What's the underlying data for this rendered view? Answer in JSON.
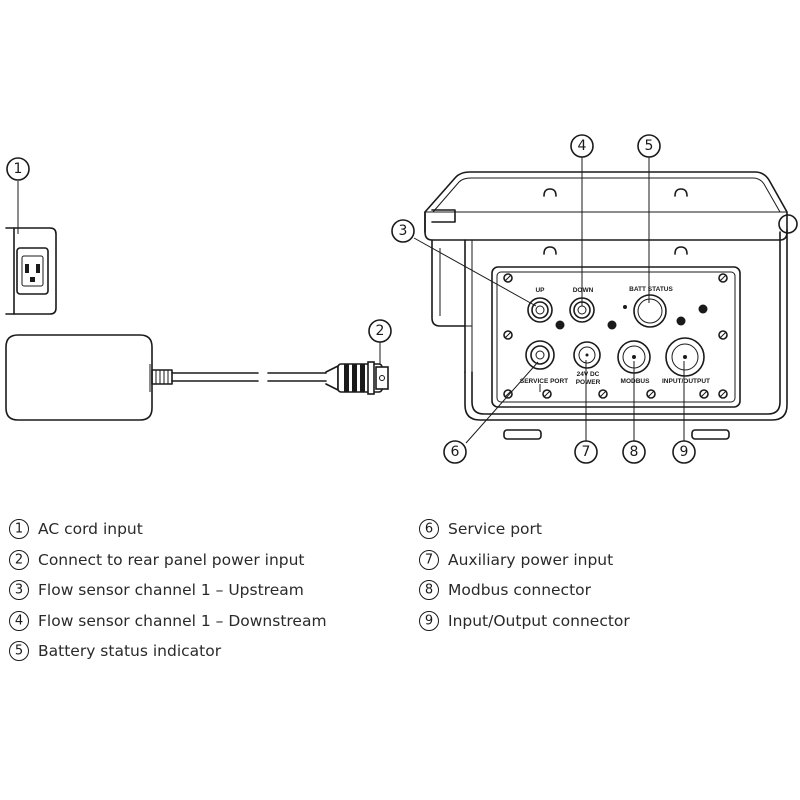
{
  "callouts": [
    {
      "n": "1",
      "text": "AC cord input"
    },
    {
      "n": "2",
      "text": "Connect to rear panel power input"
    },
    {
      "n": "3",
      "text": "Flow sensor channel 1 – Upstream"
    },
    {
      "n": "4",
      "text": "Flow sensor channel 1 – Downstream"
    },
    {
      "n": "5",
      "text": "Battery status indicator"
    },
    {
      "n": "6",
      "text": "Service port"
    },
    {
      "n": "7",
      "text": "Auxiliary power input"
    },
    {
      "n": "8",
      "text": "Modbus connector"
    },
    {
      "n": "9",
      "text": "Input/Output connector"
    }
  ],
  "panel_labels": {
    "up": "UP",
    "down": "DOWN",
    "batt_status": "BATT STATUS",
    "service_port": "SERVICE PORT",
    "dc_power_line1": "24V DC",
    "dc_power_line2": "POWER",
    "modbus": "MODBUS",
    "input_output": "INPUT/OUTPUT"
  }
}
